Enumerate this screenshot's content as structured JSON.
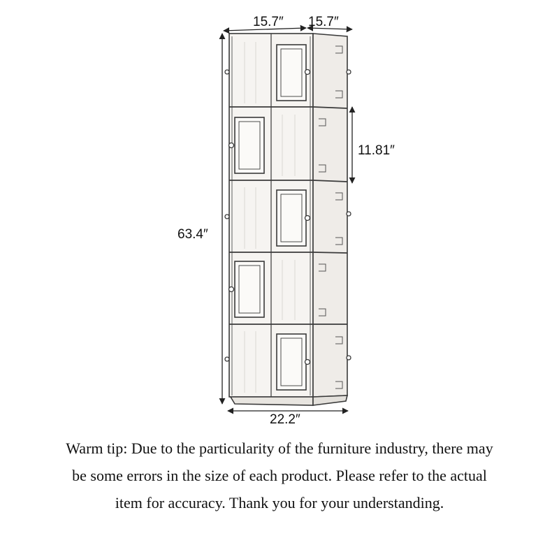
{
  "dimensions": {
    "top_front_width": "15.7″",
    "top_side_depth": "15.7″",
    "cube_height": "11.81″",
    "total_height": "63.4″",
    "base_width": "22.2″"
  },
  "note": {
    "line1": "Warm tip: Due to the particularity of the furniture industry, there may",
    "line2": "be some errors in the size of each product. Please refer to the actual",
    "line3": "item for accuracy. Thank you for your understanding."
  },
  "colors": {
    "line": "#3a3a3a",
    "panel": "#f4f2ef",
    "text": "#111111"
  }
}
